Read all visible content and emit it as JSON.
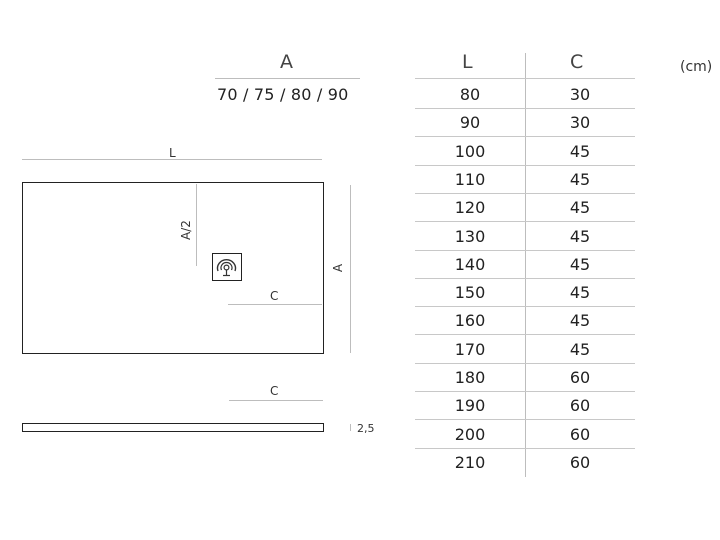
{
  "width_header": {
    "letter": "A",
    "values": "70 / 75 / 80 / 90"
  },
  "drawing": {
    "length_label": "L",
    "half_width_label": "A/2",
    "width_label": "A",
    "drain_offset_label": "C",
    "drain_offset_label_side": "C",
    "thickness_label": "2,5",
    "drain": "drain-icon"
  },
  "table": {
    "headers": [
      "L",
      "C"
    ],
    "unit": "(cm)",
    "rows": [
      [
        "80",
        "30"
      ],
      [
        "90",
        "30"
      ],
      [
        "100",
        "45"
      ],
      [
        "110",
        "45"
      ],
      [
        "120",
        "45"
      ],
      [
        "130",
        "45"
      ],
      [
        "140",
        "45"
      ],
      [
        "150",
        "45"
      ],
      [
        "160",
        "45"
      ],
      [
        "170",
        "45"
      ],
      [
        "180",
        "60"
      ],
      [
        "190",
        "60"
      ],
      [
        "200",
        "60"
      ],
      [
        "210",
        "60"
      ]
    ]
  }
}
